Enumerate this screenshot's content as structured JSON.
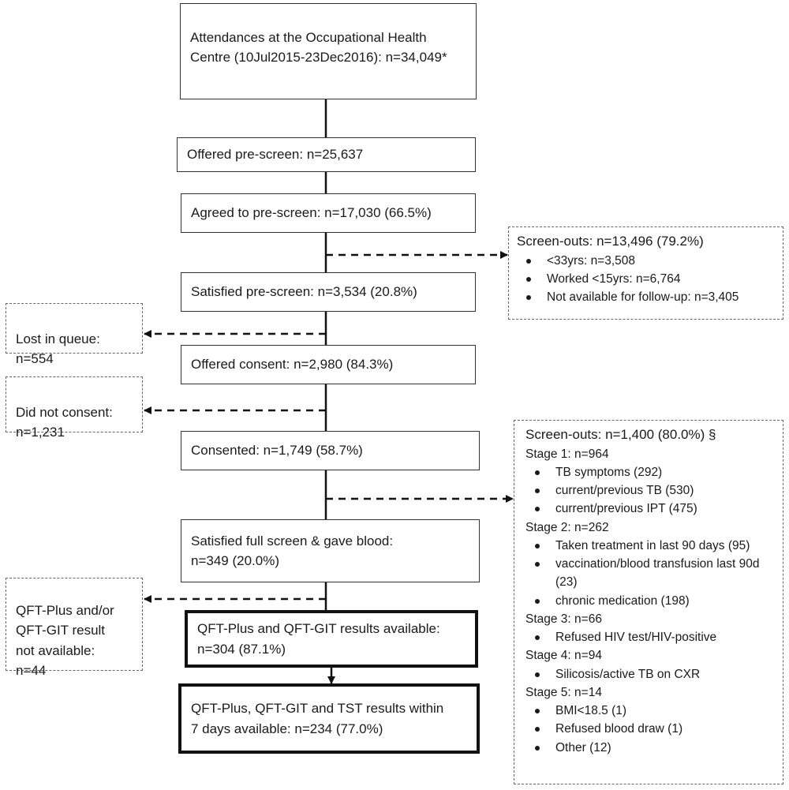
{
  "boxes": {
    "attendances": "Attendances at the Occupational Health Centre (10Jul2015-23Dec2016): n=34,049*",
    "offered_prescreen": "Offered pre-screen: n=25,637",
    "agreed_prescreen": "Agreed to pre-screen: n=17,030 (66.5%)",
    "satisfied_prescreen": "Satisfied pre-screen: n=3,534 (20.8%)",
    "offered_consent": "Offered consent: n=2,980 (84.3%)",
    "consented": "Consented: n=1,749 (58.7%)",
    "satisfied_full": "Satisfied full screen & gave blood:\nn=349 (20.0%)",
    "qft_available": "QFT-Plus and QFT-GIT results available:\nn=304 (87.1%)",
    "all_available": "QFT-Plus, QFT-GIT and TST results within\n7 days available: n=234 (77.0%)"
  },
  "side": {
    "lost_queue": "Lost in queue:\nn=554",
    "did_not_consent": "Did not consent:\nn=1,231",
    "qft_not_available": "QFT-Plus and/or\nQFT-GIT result\nnot available:\nn=44"
  },
  "screenouts1": {
    "title": "Screen-outs: n=13,496 (79.2%)",
    "items": [
      "<33yrs: n=3,508",
      "Worked <15yrs: n=6,764",
      "Not available for follow-up: n=3,405"
    ]
  },
  "screenouts2": {
    "title": "Screen-outs: n=1,400 (80.0%) §",
    "stage1": "Stage 1: n=964",
    "stage1_items": [
      "TB symptoms (292)",
      "current/previous TB (530)",
      "current/previous IPT (475)"
    ],
    "stage2": "Stage 2: n=262",
    "stage2_items": [
      "Taken treatment in last 90 days (95)",
      "vaccination/blood transfusion last 90d (23)",
      "chronic medication (198)"
    ],
    "stage3": "Stage 3: n=66",
    "stage3_items": [
      "Refused HIV test/HIV-positive"
    ],
    "stage4": "Stage 4: n=94",
    "stage4_items": [
      "Silicosis/active TB on CXR"
    ],
    "stage5": "Stage 5: n=14",
    "stage5_items": [
      "BMI<18.5 (1)",
      "Refused blood draw (1)",
      "Other (12)"
    ]
  }
}
